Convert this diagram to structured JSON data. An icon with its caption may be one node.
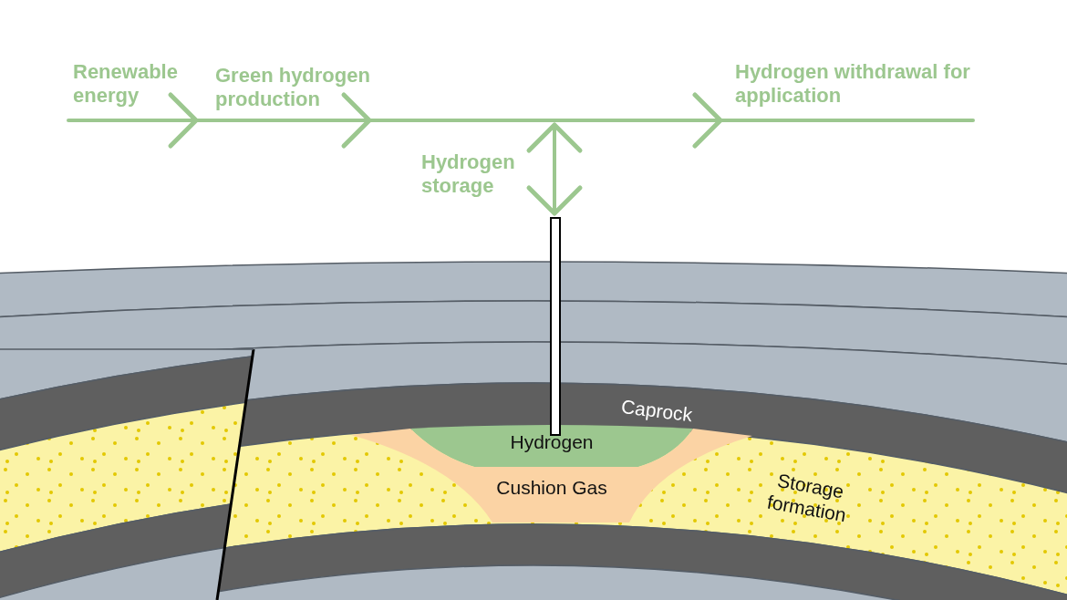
{
  "diagram": {
    "nodes": [
      {
        "text": [
          "Renewable energy"
        ]
      },
      {
        "text": [
          "Green hydrogen production"
        ]
      },
      {
        "text": [
          "Hydrogen withdrawal for application"
        ]
      },
      {
        "text": [],
        "shape": "box"
      },
      {
        "text": [
          "Hydrogen"
        ]
      },
      {
        "text": [
          "Cushion Gas"
        ]
      }
    ],
    "edges": [
      {
        "from": 0,
        "to": 1,
        "arrow": "to"
      },
      {
        "from": 1,
        "to": 2,
        "arrow": "to"
      },
      {
        "from": null,
        "to": 3,
        "label": "Hydrogen storage",
        "arrow": "both"
      }
    ],
    "labels": [
      "Caprock",
      "Storage formation"
    ]
  }
}
